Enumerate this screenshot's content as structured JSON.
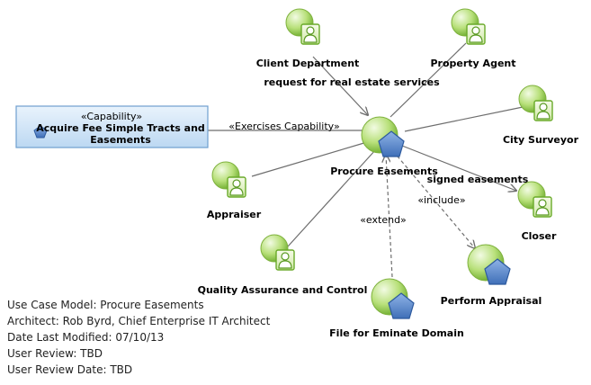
{
  "capability": {
    "stereotype": "«Capability»",
    "name_line1": "Acquire Fee Simple Tracts and",
    "name_line2": "Easements"
  },
  "main_use_case": "Procure Easements",
  "actors": {
    "client_department": "Client Department",
    "property_agent": "Property Agent",
    "city_surveyor": "City Surveyor",
    "closer": "Closer",
    "appraiser": "Appraiser",
    "quality_assurance": "Quality Assurance and Control"
  },
  "use_cases": {
    "perform_appraisal": "Perform Appraisal",
    "file_eminent_domain": "File for Eminate Domain"
  },
  "relations": {
    "exercises_capability": "«Exercises Capability»",
    "request": "request for real estate services",
    "signed_easements": "signed easements",
    "include": "«include»",
    "extend": "«extend»"
  },
  "info": {
    "model": "Use Case Model: Procure Easements",
    "architect": "Architect: Rob Byrd, Chief Enterprise IT Architect",
    "date_modified": "Date Last Modified: 07/10/13",
    "user_review": "User Review: TBD",
    "user_review_date": "User Review Date: TBD"
  },
  "colors": {
    "green_light": "#d8f0b0",
    "green_dark": "#6aaa2a",
    "blue_gem": "#4f7fc6",
    "capability_fill": "#cfe4f7",
    "capability_border": "#6f9fcf",
    "line": "#6e6e6e"
  }
}
